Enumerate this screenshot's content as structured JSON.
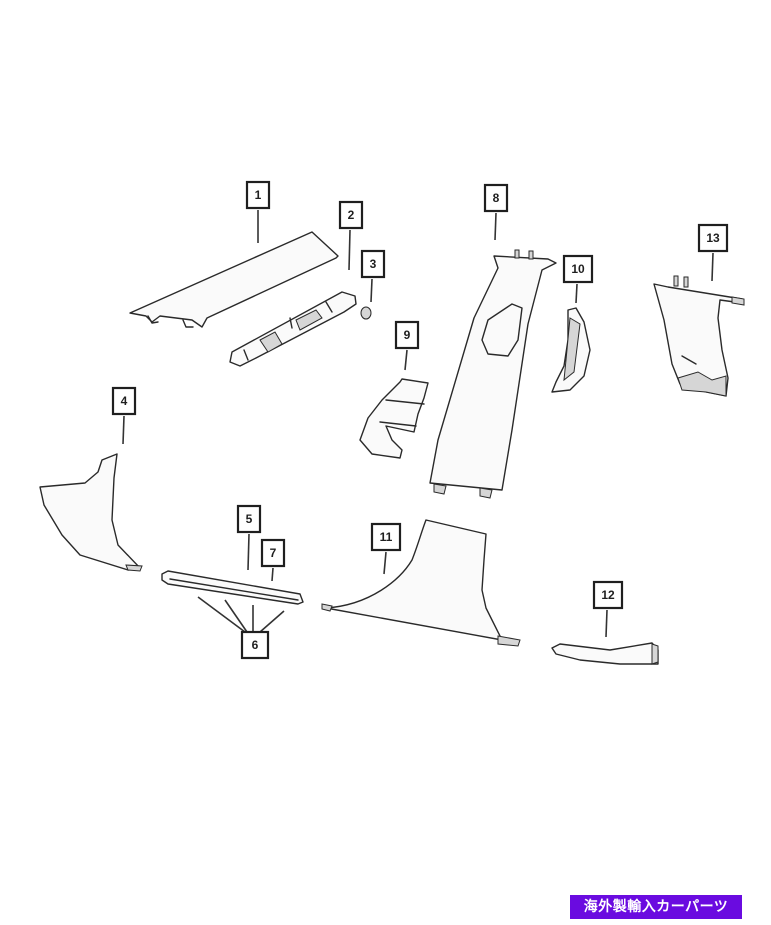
{
  "diagram": {
    "type": "exploded parts diagram",
    "subject": "vehicle interior pillar and sill trim panels",
    "callouts": [
      {
        "id": "c1",
        "label": "1"
      },
      {
        "id": "c2",
        "label": "2"
      },
      {
        "id": "c3",
        "label": "3"
      },
      {
        "id": "c4",
        "label": "4"
      },
      {
        "id": "c5",
        "label": "5"
      },
      {
        "id": "c6",
        "label": "6"
      },
      {
        "id": "c7",
        "label": "7"
      },
      {
        "id": "c8",
        "label": "8"
      },
      {
        "id": "c9",
        "label": "9"
      },
      {
        "id": "c10",
        "label": "10"
      },
      {
        "id": "c11",
        "label": "11"
      },
      {
        "id": "c12",
        "label": "12"
      },
      {
        "id": "c13",
        "label": "13"
      }
    ]
  },
  "badge": {
    "text": "海外製輸入カーパーツ",
    "background": "#6a0be0",
    "color": "#ffffff"
  }
}
